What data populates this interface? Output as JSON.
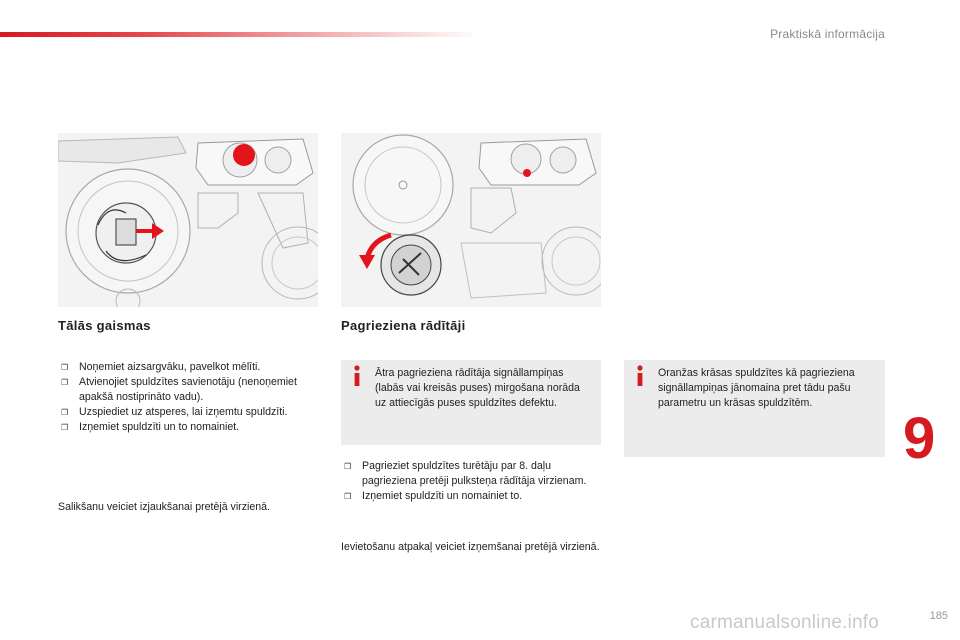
{
  "header": {
    "section_title": "Praktiskā informācija",
    "accent_color": "#d71920"
  },
  "left": {
    "heading": "Tālās gaismas",
    "steps": [
      "Noņemiet aizsargvāku, pavelkot mēlīti.",
      "Atvienojiet spuldzītes savienotāju (nenoņemiet apakšā nostiprināto vadu).",
      "Uzspiediet uz atsperes, lai izņemtu spuldzīti.",
      "Izņemiet spuldzīti un to nomainiet."
    ],
    "note": "Salikšanu veiciet izjaukšanai pretējā virzienā."
  },
  "middle": {
    "heading": "Pagrieziena rādītāji",
    "info": "Ātra pagrieziena rādītāja signāllampiņas (labās vai kreisās puses) mirgošana norāda uz attiecīgās puses spuldzītes defektu.",
    "steps": [
      "Pagrieziet spuldzītes turētāju par 8. daļu pagrieziena pretēji pulksteņa rādītāja virzienam.",
      "Izņemiet spuldzīti un nomainiet to."
    ],
    "note": "Ievietošanu atpakaļ veiciet izņemšanai pretējā virzienā."
  },
  "right": {
    "info": "Oranžas krāsas spuldzītes kā pagrieziena signāllampiņas jānomaina pret tādu pašu parametru un krāsas spuldzītēm."
  },
  "chapter_number": "9",
  "page_number": "185",
  "watermark": "carmanualsonline.info",
  "icons": {
    "bullet": "square-bullet-icon",
    "info": "info-icon"
  }
}
